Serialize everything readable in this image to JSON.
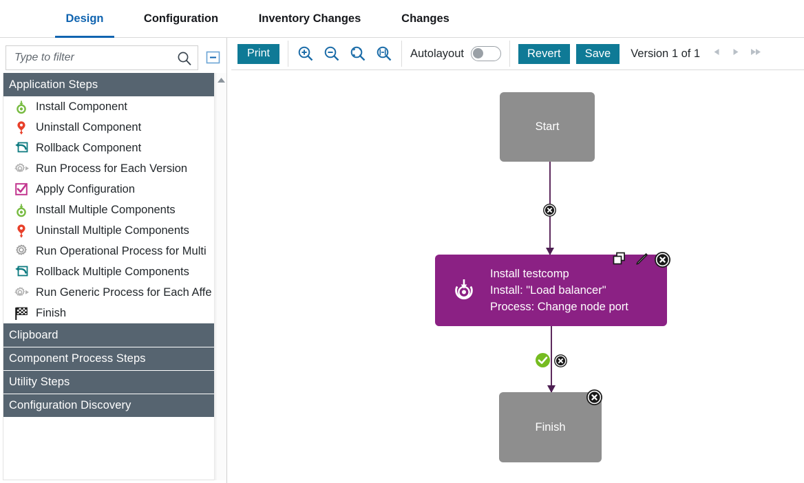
{
  "tabs": [
    {
      "label": "Design",
      "active": true
    },
    {
      "label": "Configuration",
      "active": false
    },
    {
      "label": "Inventory Changes",
      "active": false
    },
    {
      "label": "Changes",
      "active": false
    }
  ],
  "sidebar": {
    "filter": {
      "placeholder": "Type to filter",
      "value": ""
    },
    "search_icon": "search-icon",
    "collapse_icon": "collapse-panel-icon",
    "scroll_up_icon": "scroll-up-arrow-icon",
    "groups": [
      {
        "title": "Application Steps",
        "expanded": true,
        "items": [
          {
            "label": "Install Component",
            "icon": "install-icon"
          },
          {
            "label": "Uninstall Component",
            "icon": "uninstall-icon"
          },
          {
            "label": "Rollback Component",
            "icon": "rollback-icon"
          },
          {
            "label": "Run Process for Each Version",
            "icon": "gear-arrow-icon"
          },
          {
            "label": "Apply Configuration",
            "icon": "checkbox-icon"
          },
          {
            "label": "Install Multiple Components",
            "icon": "install-icon"
          },
          {
            "label": "Uninstall Multiple Components",
            "icon": "uninstall-icon"
          },
          {
            "label": "Run Operational Process for Multi",
            "icon": "gear-icon"
          },
          {
            "label": "Rollback Multiple Components",
            "icon": "rollback-icon"
          },
          {
            "label": "Run Generic Process for Each Affe",
            "icon": "gear-arrow-icon"
          },
          {
            "label": "Finish",
            "icon": "checkered-flag-icon"
          }
        ]
      },
      {
        "title": "Clipboard",
        "expanded": false,
        "items": []
      },
      {
        "title": "Component Process Steps",
        "expanded": false,
        "items": []
      },
      {
        "title": "Utility Steps",
        "expanded": false,
        "items": []
      },
      {
        "title": "Configuration Discovery",
        "expanded": false,
        "items": []
      }
    ]
  },
  "toolbar": {
    "print_label": "Print",
    "zoom_icons": [
      "zoom-in-icon",
      "zoom-out-icon",
      "zoom-fit-icon",
      "zoom-fit-width-icon"
    ],
    "autolayout_label": "Autolayout",
    "autolayout_on": false,
    "revert_label": "Revert",
    "save_label": "Save",
    "version_label": "Version 1 of 1",
    "nav_icons": [
      "prev-version-icon",
      "next-version-icon",
      "last-version-icon"
    ]
  },
  "diagram": {
    "nodes": [
      {
        "id": "start",
        "label": "Start",
        "type": "start"
      },
      {
        "id": "install-testcomp",
        "type": "process",
        "icon": "install-step-icon",
        "lines": [
          "Install testcomp",
          "Install: \"Load balancer\"",
          "Process: Change node port"
        ],
        "actions": [
          "copy-icon",
          "edit-icon",
          "delete-icon"
        ]
      },
      {
        "id": "finish",
        "label": "Finish",
        "type": "finish",
        "actions": [
          "delete-icon"
        ]
      }
    ],
    "edge_badges": [
      {
        "id": "edge-start-to-install",
        "icons": [
          "delete-icon"
        ]
      },
      {
        "id": "edge-install-to-finish",
        "icons": [
          "success-icon",
          "delete-icon"
        ]
      }
    ]
  },
  "colors": {
    "accent_blue": "#1064b0",
    "teal_button": "#0f7a96",
    "group_header": "#566470",
    "node_grey": "#8e8e8e",
    "node_purple": "#8b2184",
    "edge_purple": "#5d2a5d",
    "success_green": "#76bc21"
  }
}
